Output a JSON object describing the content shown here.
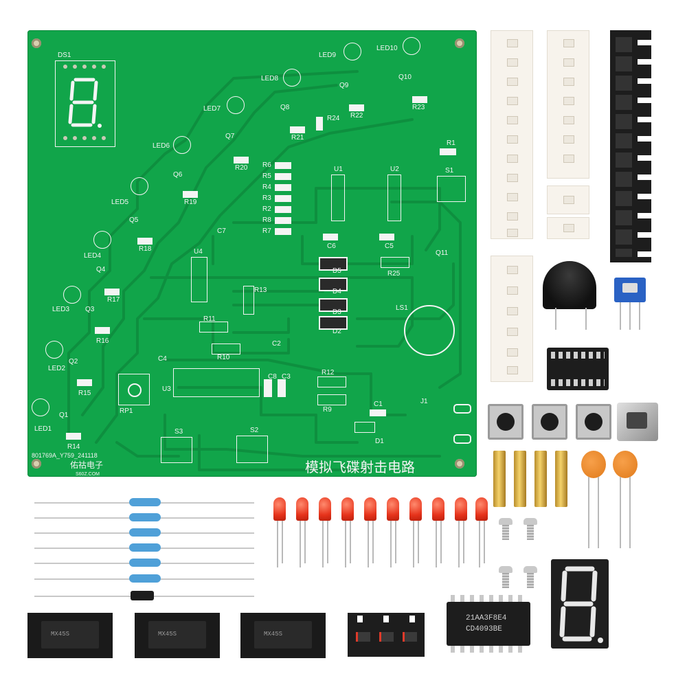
{
  "pcb": {
    "display_label": "DS1",
    "led_labels": [
      "LED1",
      "LED2",
      "LED3",
      "LED4",
      "LED5",
      "LED6",
      "LED7",
      "LED8",
      "LED9",
      "LED10"
    ],
    "transistor_labels": [
      "Q1",
      "Q2",
      "Q3",
      "Q4",
      "Q5",
      "Q6",
      "Q7",
      "Q8",
      "Q9",
      "Q10",
      "Q11"
    ],
    "resistor_labels_left": [
      "R14",
      "R15",
      "R16",
      "R17",
      "R18",
      "R19",
      "R20",
      "R21",
      "R22",
      "R23",
      "R24"
    ],
    "resistor_stack": [
      "R6",
      "R5",
      "R4",
      "R3",
      "R2",
      "R8",
      "R7"
    ],
    "ic_labels": [
      "U1",
      "U2",
      "U3",
      "U4"
    ],
    "switch_labels": [
      "S1",
      "S2",
      "S3"
    ],
    "cap_labels": [
      "C1",
      "C2",
      "C3",
      "C4",
      "C5",
      "C6",
      "C7",
      "C8"
    ],
    "diode_labels": [
      "D1",
      "D2",
      "D3",
      "D4",
      "D5"
    ],
    "other_labels": [
      "R1",
      "R9",
      "R10",
      "R11",
      "R12",
      "R13",
      "R25",
      "LS1",
      "RP1",
      "J1"
    ],
    "board_code": "801769A_Y759_241118",
    "title": "模拟飞碟射击电路",
    "brand": "佑祜电子",
    "brand_url": "S60Z.COM"
  },
  "ics": {
    "soic_marking": "MX45S",
    "dip_marking_1": "21AA3F8E4",
    "dip_marking_2": "CD4093BE"
  },
  "colors": {
    "pcb_green": "#11a54a",
    "silkscreen": "#f4f4f4",
    "led_red": "#e6331b",
    "capacitor_orange": "#f08a24",
    "brass": "#e2b84a"
  }
}
